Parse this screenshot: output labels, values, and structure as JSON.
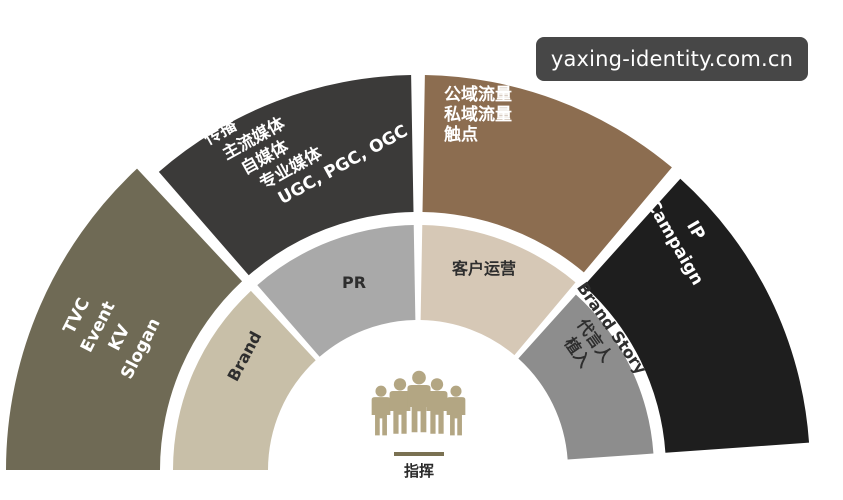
{
  "outer_segments": [
    {
      "id": "tvc",
      "color": "#6f6a55",
      "text_color": "#ffffff",
      "lines": [
        "TVC",
        "Event",
        "KV",
        "Slogan"
      ]
    },
    {
      "id": "media",
      "color": "#3b3a39",
      "text_color": "#ffffff",
      "lines": [
        "传播",
        "主流媒体",
        "自媒体",
        "专业媒体",
        "UGC, PGC, OGC"
      ]
    },
    {
      "id": "traffic",
      "color": "#8c6d50",
      "text_color": "#ffffff",
      "lines": [
        "公域流量",
        "私域流量",
        "触点"
      ]
    },
    {
      "id": "ip",
      "color": "#1e1e1e",
      "text_color": "#ffffff",
      "lines": [
        "IP",
        "Campaign"
      ]
    }
  ],
  "inner_segments": [
    {
      "id": "brand",
      "color": "#c8bfa8",
      "text_color": "#2e2e2e",
      "lines": [
        "Brand"
      ]
    },
    {
      "id": "pr",
      "color": "#a9a9a9",
      "text_color": "#2e2e2e",
      "lines": [
        "PR"
      ]
    },
    {
      "id": "customer",
      "color": "#d6c8b6",
      "text_color": "#2e2e2e",
      "lines": [
        "客户运营"
      ]
    },
    {
      "id": "story",
      "color": "#8d8d8d",
      "text_color": "#2e2e2e",
      "lines": [
        "Brand Story",
        "代言人",
        "植入"
      ]
    }
  ],
  "center": {
    "icon": "group-of-people-icon",
    "label": "指挥",
    "color": "#b3a683",
    "underline_color": "#7a7152"
  },
  "watermark": "yaxing-identity.com.cn"
}
